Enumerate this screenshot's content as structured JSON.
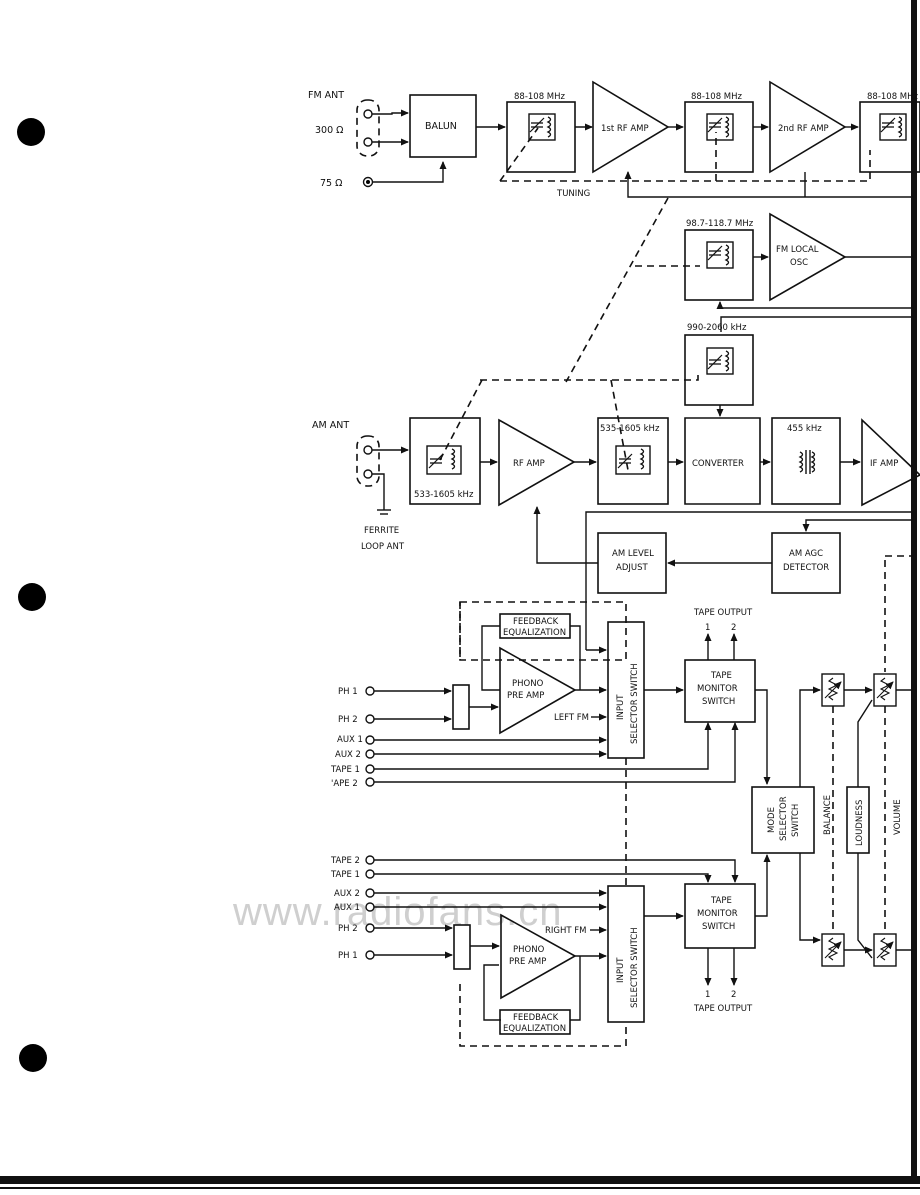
{
  "diagram": {
    "labels": {
      "fm_ant": "FM ANT",
      "ohm300": "300 Ω",
      "ohm75": "75 Ω",
      "balun": "BALUN",
      "fm_freq": "88-108 MHz",
      "rf_amp1": "1st RF AMP",
      "rf_amp2": "2nd RF AMP",
      "tuning": "TUNING",
      "osc_freq": "98.7-118.7 MHz",
      "fm_local_osc_1": "FM LOCAL",
      "fm_local_osc_2": "OSC",
      "am_osc_freq": "990-2060 kHz",
      "am_ant": "AM ANT",
      "ferrite_1": "FERRITE",
      "ferrite_2": "LOOP ANT",
      "am_ant_freq": "533-1605 kHz",
      "am_rf_amp": "RF AMP",
      "am_rf_freq": "535-1605 kHz",
      "converter": "CONVERTER",
      "if_freq": "455 kHz",
      "if_amp": "IF AMP",
      "am_level_1": "AM LEVEL",
      "am_level_2": "ADJUST",
      "am_agc_1": "AM AGC",
      "am_agc_2": "DETECTOR",
      "feedback_1": "FEEDBACK",
      "feedback_2": "EQUALIZATION",
      "phono_1": "PHONO",
      "phono_2": "PRE AMP",
      "input_sel_1": "INPUT",
      "input_sel_2": "SELECTOR SWITCH",
      "tape_output": "TAPE OUTPUT",
      "out1": "1",
      "out2": "2",
      "tape_mon_1": "TAPE",
      "tape_mon_2": "MONITOR",
      "tape_mon_3": "SWITCH",
      "left_fm": "LEFT FM",
      "right_fm": "RIGHT FM",
      "mode_1": "MODE",
      "mode_2": "SELECTOR",
      "mode_3": "SWITCH",
      "balance": "BALANCE",
      "loudness": "LOUDNESS",
      "volume": "VOLUME",
      "ph1": "PH 1",
      "ph2": "PH 2",
      "aux1": "AUX 1",
      "aux2": "AUX 2",
      "tape1": "TAPE 1",
      "tape2": "'APE 2",
      "tape2b": "TAPE 2",
      "watermark": "www.radiofans.cn"
    }
  }
}
